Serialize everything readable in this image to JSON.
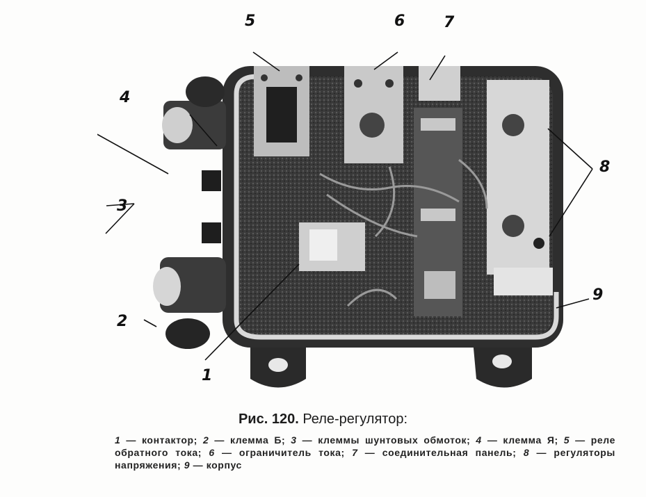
{
  "figure": {
    "label": "Рис. 120.",
    "title": "Реле-регулятор:",
    "callouts": [
      "1",
      "2",
      "3",
      "4",
      "5",
      "6",
      "7",
      "8",
      "9"
    ]
  },
  "legend": [
    {
      "num": "1",
      "text": " — контактор; "
    },
    {
      "num": "2",
      "text": " — клемма Б; "
    },
    {
      "num": "3",
      "text": " — клеммы шунтовых обмоток; "
    },
    {
      "num": "4",
      "text": " — клемма Я; "
    },
    {
      "num": "5",
      "text": " — реле обратного тока; "
    },
    {
      "num": "6",
      "text": " — ограничитель тока; "
    },
    {
      "num": "7",
      "text": " — соединительная панель; "
    },
    {
      "num": "8",
      "text": " — регуляторы напряжения; "
    },
    {
      "num": "9",
      "text": " — корпус"
    }
  ]
}
